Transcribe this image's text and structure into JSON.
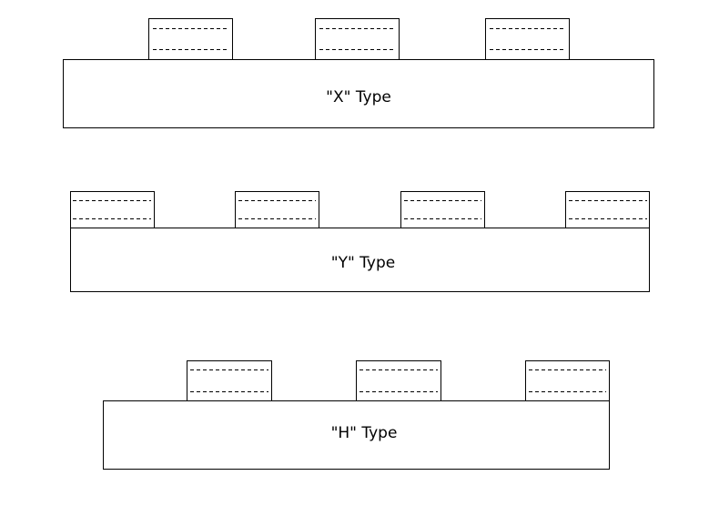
{
  "diagrams": [
    {
      "id": "x",
      "label": "\"X\" Type"
    },
    {
      "id": "y",
      "label": "\"Y\" Type"
    },
    {
      "id": "h",
      "label": "\"H\" Type"
    }
  ],
  "colors": {
    "line": "#000000",
    "background": "#ffffff"
  }
}
